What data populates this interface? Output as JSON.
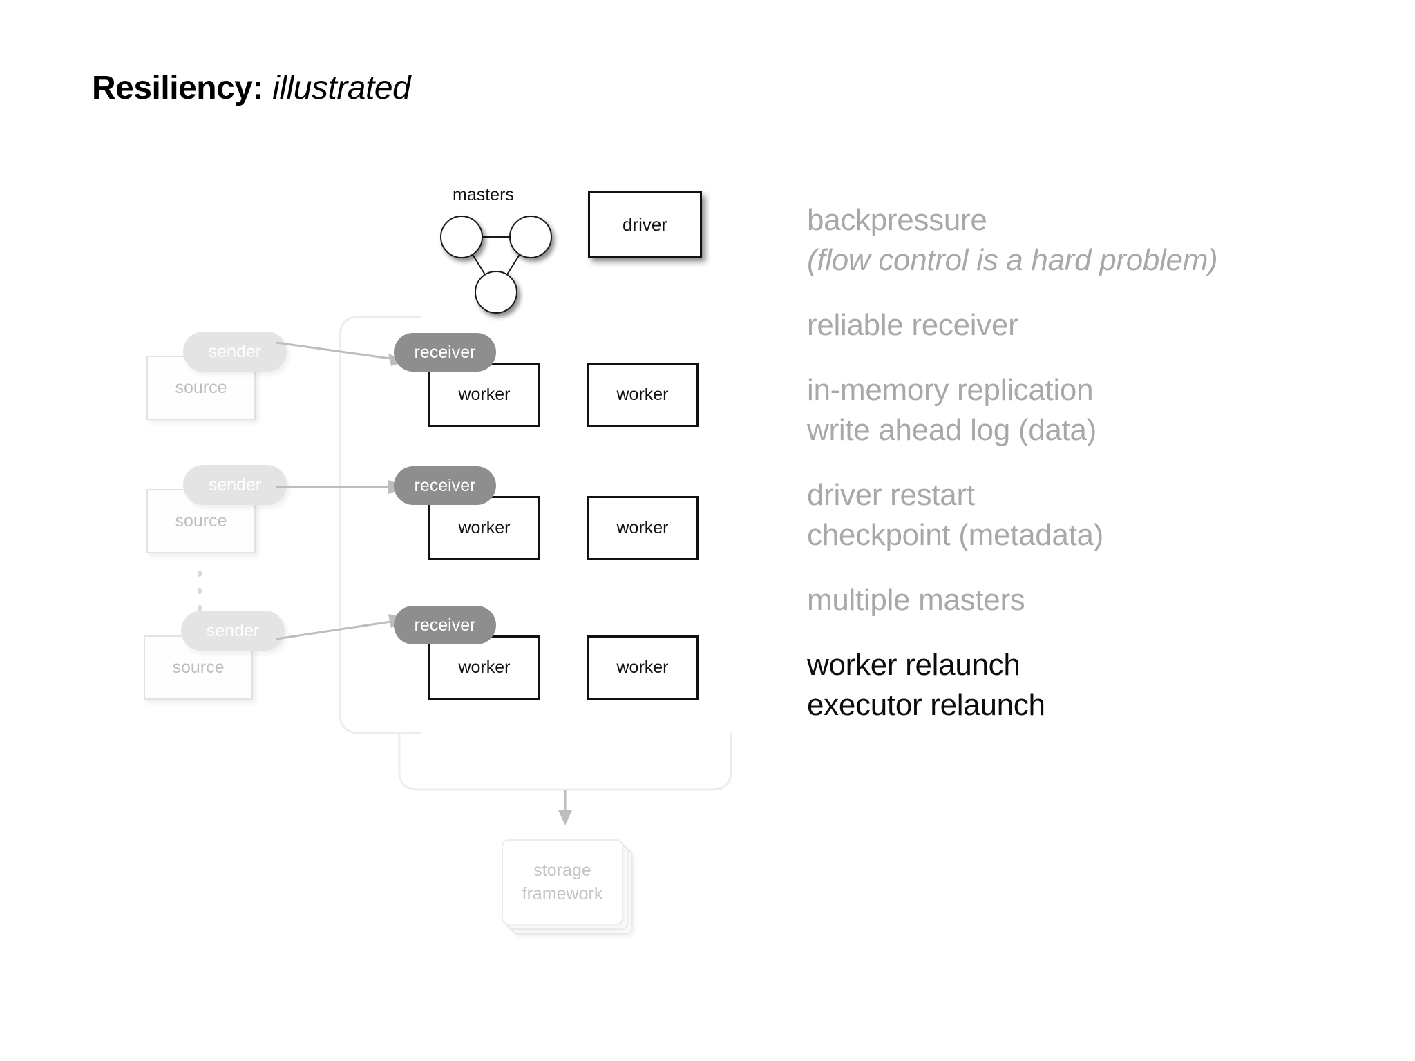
{
  "slide": {
    "title_bold": "Resiliency:",
    "title_italic": "illustrated",
    "background": "#ffffff"
  },
  "colors": {
    "receiver_fill": "#8e8e8e",
    "sender_fill": "#e4e4e4",
    "source_text": "#bdbdbd",
    "bullet_muted": "#a8a8a8",
    "bullet_strong": "#0b0b0b",
    "worker_border": "#111111",
    "bracket_line": "#ededed",
    "arrow": "#bbbbbb"
  },
  "diagram": {
    "masters": {
      "label": "masters",
      "node_count": 3
    },
    "driver": {
      "label": "driver"
    },
    "rows": [
      {
        "source_label": "source",
        "sender_label": "sender",
        "receiver_label": "receiver",
        "worker_primary_label": "worker",
        "worker_secondary_label": "worker"
      },
      {
        "source_label": "source",
        "sender_label": "sender",
        "receiver_label": "receiver",
        "worker_primary_label": "worker",
        "worker_secondary_label": "worker"
      },
      {
        "source_label": "source",
        "sender_label": "sender",
        "receiver_label": "receiver",
        "worker_primary_label": "worker",
        "worker_secondary_label": "worker"
      }
    ],
    "storage": {
      "line1": "storage",
      "line2": "framework",
      "card_count": 3
    }
  },
  "bullets": [
    {
      "emphasis": "muted",
      "lines": [
        {
          "text": "backpressure",
          "italic": false
        },
        {
          "text": "(flow control is a hard problem)",
          "italic": true
        }
      ]
    },
    {
      "emphasis": "muted",
      "lines": [
        {
          "text": "reliable receiver",
          "italic": false
        }
      ]
    },
    {
      "emphasis": "muted",
      "lines": [
        {
          "text": "in-memory replication",
          "italic": false
        },
        {
          "text": "write ahead log (data)",
          "italic": false
        }
      ]
    },
    {
      "emphasis": "muted",
      "lines": [
        {
          "text": "driver restart",
          "italic": false
        },
        {
          "text": "checkpoint (metadata)",
          "italic": false
        }
      ]
    },
    {
      "emphasis": "muted",
      "lines": [
        {
          "text": "multiple masters",
          "italic": false
        }
      ]
    },
    {
      "emphasis": "strong",
      "lines": [
        {
          "text": "worker relaunch",
          "italic": false
        },
        {
          "text": "executor relaunch",
          "italic": false
        }
      ]
    }
  ]
}
